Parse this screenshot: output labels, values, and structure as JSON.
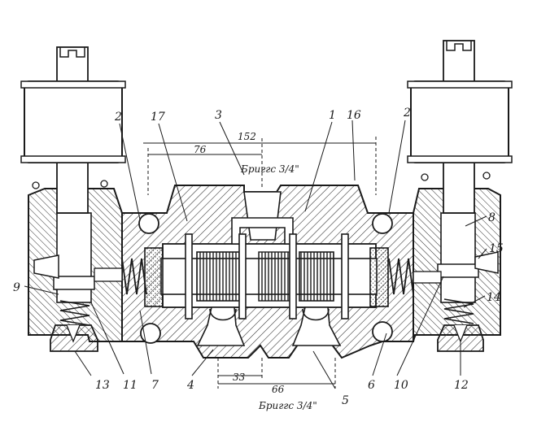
{
  "callouts": {
    "c1": "1",
    "c2_left": "2",
    "c2_right": "2",
    "c3": "3",
    "c4": "4",
    "c5": "5",
    "c6": "6",
    "c7": "7",
    "c8": "8",
    "c9": "9",
    "c10": "10",
    "c11": "11",
    "c12": "12",
    "c13": "13",
    "c14": "14",
    "c15": "15",
    "c16": "16",
    "c17": "17"
  },
  "dimensions": {
    "d152": "152",
    "d76": "76",
    "d33": "33",
    "d66": "66"
  },
  "threads": {
    "top": "Бриггс 3/4\"",
    "bottom": "Бриггс 3/4\""
  },
  "colors": {
    "ink": "#1a1a1a",
    "paper": "#ffffff",
    "hatch": "#2a2a2a"
  }
}
